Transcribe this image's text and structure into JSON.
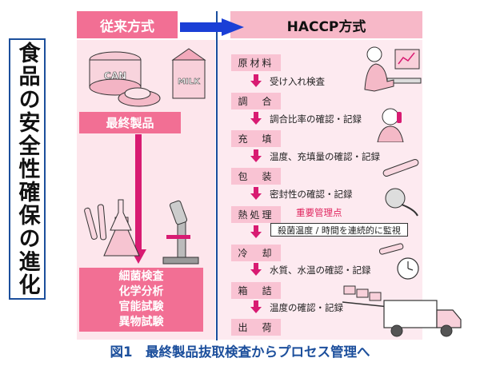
{
  "vertical_title": "食品の安全性確保の進化",
  "left_header": "従来方式",
  "right_header": "HACCP方式",
  "final_product_label": "最終製品",
  "can_label": "CAN",
  "milk_label": "MILK",
  "inspections": [
    "細菌検査",
    "化学分析",
    "官能試験",
    "異物試験"
  ],
  "steps": [
    "原材料",
    "調　合",
    "充　填",
    "包　装",
    "熱処理",
    "冷　却",
    "箱　詰",
    "出　荷"
  ],
  "checks": [
    "受け入れ検査",
    "調合比率の確認・記録",
    "温度、充填量の確認・記録",
    "密封性の確認・記録",
    "殺菌温度 / 時間を連続的に監視",
    "水質、水温の確認・記録",
    "温度の確認・記録"
  ],
  "important_control_point": "重要管理点",
  "caption": "図1　最終製品抜取検査からプロセス管理へ",
  "colors": {
    "accent_pink": "#f26f94",
    "light_pink": "#f7b8c8",
    "step_pink": "#f9c3d3",
    "arrow_magenta": "#d81b72",
    "blue": "#1c4f9c",
    "red_text": "#e0245e"
  },
  "icons": [
    "can-icon",
    "canned-food-icon",
    "milk-carton-icon",
    "test-tubes-icon",
    "flask-icon",
    "microscope-icon",
    "computer-worker-icon",
    "phone-worker-icon",
    "thermometer-icon",
    "clock-icon",
    "conveyor-icon",
    "truck-icon"
  ]
}
